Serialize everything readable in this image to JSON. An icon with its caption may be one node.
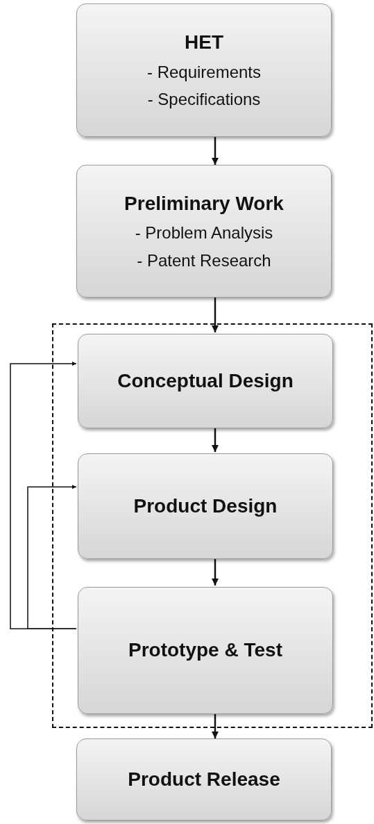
{
  "diagram": {
    "nodes": [
      {
        "text": [
          "HET",
          "- Requirements",
          "- Specifications"
        ]
      },
      {
        "text": [
          "Preliminary Work",
          "- Problem Analysis",
          "- Patent Research"
        ]
      },
      {
        "text": [],
        "shape": "box"
      },
      {
        "text": [
          "Conceptual Design"
        ],
        "in": 2
      },
      {
        "text": [
          "Product Design"
        ],
        "in": 2
      },
      {
        "text": [
          "Prototype & Test"
        ],
        "in": 2
      },
      {
        "text": [
          "Product Release"
        ]
      }
    ],
    "edges": [
      {
        "from": 0,
        "to": 1,
        "arrow": "to"
      },
      {
        "from": 1,
        "to": 3,
        "arrow": "to"
      },
      {
        "from": 3,
        "to": 4,
        "arrow": "to"
      },
      {
        "from": 4,
        "to": 5,
        "arrow": "to"
      },
      {
        "from": 5,
        "to": 6,
        "arrow": "to"
      },
      {
        "from": 5,
        "to": 3,
        "arrow": "to"
      },
      {
        "from": 5,
        "to": 4,
        "arrow": "to"
      }
    ]
  }
}
